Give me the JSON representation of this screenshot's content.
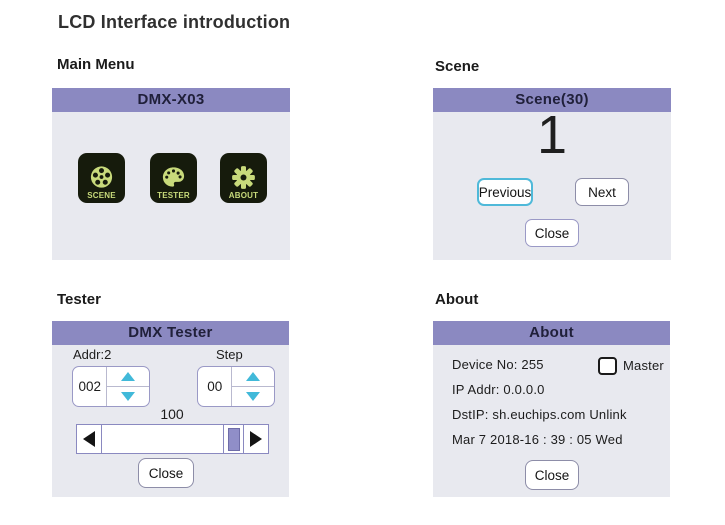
{
  "page_title": "LCD Interface introduction",
  "colors": {
    "header_bar": "#8b89c1",
    "panel_bg": "#e8e9ef",
    "tile_bg": "#161b0c",
    "tile_glyph": "#c8da7b",
    "spinner_arrow_cyan": "#41b9d9",
    "slider_thumb_purple": "#908ec8",
    "previous_button_border": "#4fb9d9"
  },
  "main_menu": {
    "section_label": "Main Menu",
    "header": "DMX-X03",
    "tiles": [
      {
        "label": "SCENE",
        "icon": "film-reel-icon"
      },
      {
        "label": "TESTER",
        "icon": "palette-icon"
      },
      {
        "label": "ABOUT",
        "icon": "gear-icon"
      }
    ]
  },
  "scene": {
    "section_label": "Scene",
    "header": "Scene(30)",
    "current_scene": "1",
    "previous_label": "Previous",
    "next_label": "Next",
    "close_label": "Close"
  },
  "tester": {
    "section_label": "Tester",
    "header": "DMX Tester",
    "addr_label": "Addr:2",
    "addr_value": "002",
    "step_label": "Step",
    "step_value": "00",
    "slider_value": "100",
    "close_label": "Close"
  },
  "about": {
    "section_label": "About",
    "header": "About",
    "device_no": "Device No: 255",
    "master_label": "Master",
    "ip_addr": "IP Addr: 0.0.0.0",
    "dst_ip": "DstIP: sh.euchips.com Unlink",
    "datetime": "Mar 7 2018-16 : 39 : 05 Wed",
    "close_label": "Close"
  }
}
